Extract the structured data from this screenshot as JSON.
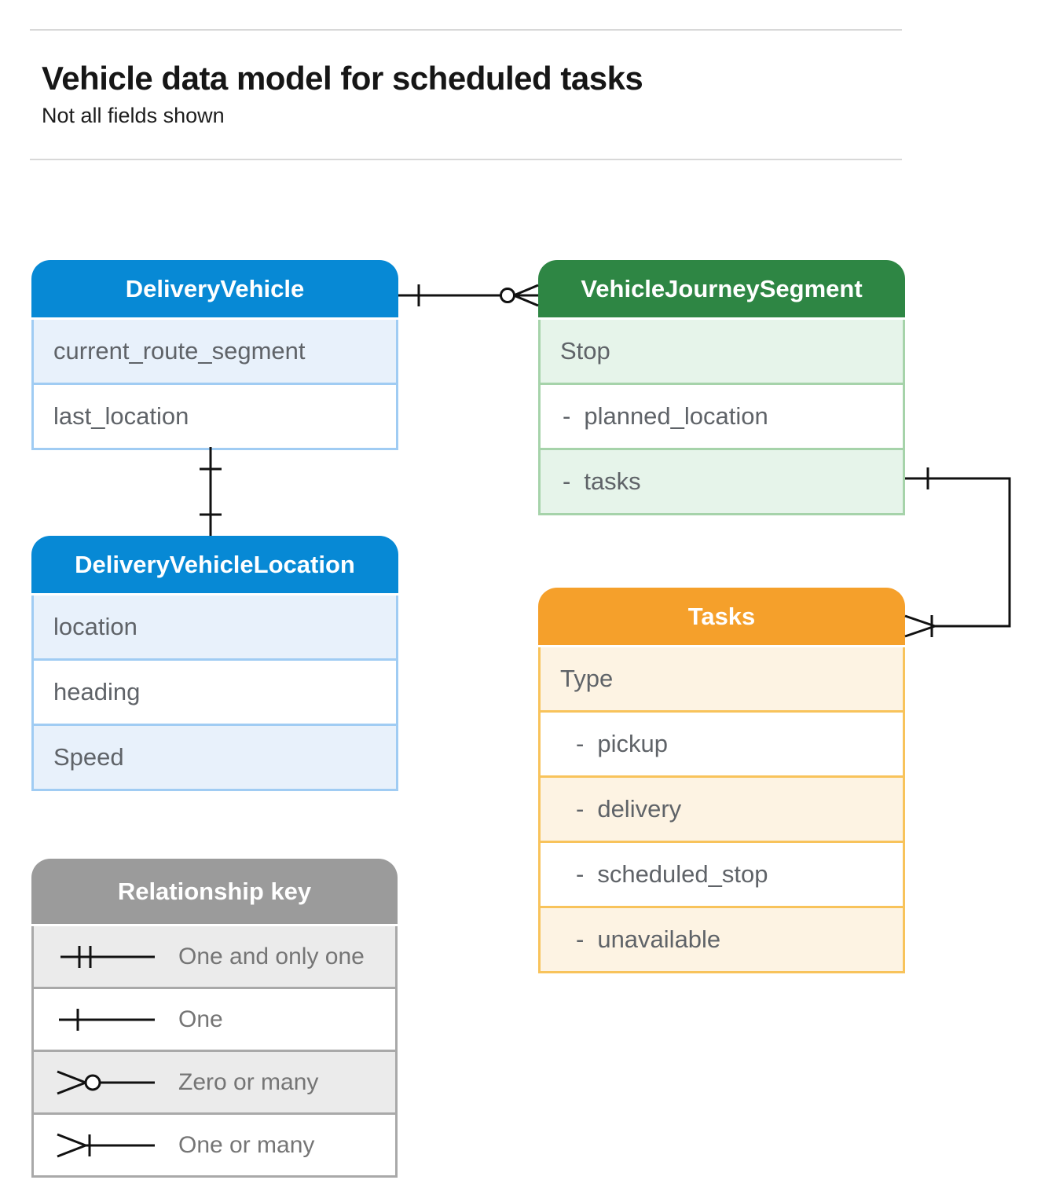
{
  "page": {
    "title": "Vehicle data model for scheduled tasks",
    "subtitle": "Not all fields shown"
  },
  "dash_prefix": "-",
  "entities": [
    {
      "title": "DeliveryVehicle",
      "fields": [
        "current_route_segment",
        "last_location"
      ]
    },
    {
      "title": "VehicleJourneySegment",
      "fields": [
        "Stop",
        "planned_location",
        "tasks"
      ]
    },
    {
      "title": "DeliveryVehicleLocation",
      "fields": [
        "location",
        "heading",
        "Speed"
      ]
    },
    {
      "title": "Tasks",
      "fields": [
        "Type",
        "pickup",
        "delivery",
        "scheduled_stop",
        "unavailable"
      ]
    }
  ],
  "relationships": [
    {
      "from": "DeliveryVehicle",
      "to": "VehicleJourneySegment",
      "from_cardinality": "one",
      "to_cardinality": "zero-or-many"
    },
    {
      "from": "DeliveryVehicle",
      "to": "DeliveryVehicleLocation",
      "from_cardinality": "one",
      "to_cardinality": "one"
    },
    {
      "from": "VehicleJourneySegment.tasks",
      "to": "Tasks",
      "from_cardinality": "one",
      "to_cardinality": "one-or-many"
    }
  ],
  "legend": {
    "title": "Relationship key",
    "items": [
      "One and only one",
      "One",
      "Zero or many",
      "One or many"
    ]
  },
  "colors": {
    "blue_header": "#0789d5",
    "blue_row": "#e8f1fb",
    "blue_border": "#a0ccf3",
    "green_header": "#2e8644",
    "green_row": "#e6f4ea",
    "green_border": "#a6d3aa",
    "orange_header": "#f5a02b",
    "orange_row": "#fdf3e3",
    "orange_border": "#f8c35b",
    "gray_header": "#9b9b9b",
    "gray_row": "#ebebeb",
    "gray_border": "#a9a9a9",
    "connector": "#111111",
    "rule": "#d8d8d8"
  }
}
